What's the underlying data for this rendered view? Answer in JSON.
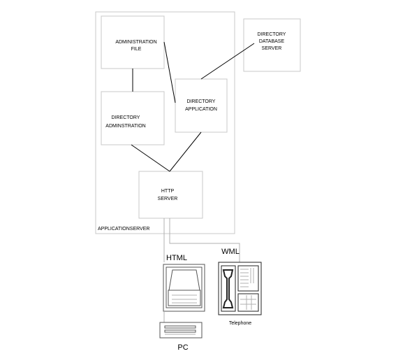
{
  "nodes": {
    "app_server": "APPLICATIONSERVER",
    "admin_file": [
      "ADMINISTRATION",
      "FILE"
    ],
    "dir_admin": [
      "DIRECTORY",
      "ADMINSTRATION"
    ],
    "dir_app": [
      "DIRECTORY",
      "APPLICATION"
    ],
    "dir_db": [
      "DIRECTORY",
      "DATABASE",
      "SERVER"
    ],
    "http_server": [
      "HTTP",
      "SERVER"
    ]
  },
  "clients": {
    "html_label": "HTML",
    "wml_label": "WML",
    "pc_label": "PC",
    "telephone_label": "Telephone"
  },
  "edges": [
    {
      "from": "ADMINISTRATION FILE",
      "to": "DIRECTORY ADMINSTRATION"
    },
    {
      "from": "ADMINISTRATION FILE",
      "to": "DIRECTORY APPLICATION"
    },
    {
      "from": "DIRECTORY DATABASE SERVER",
      "to": "DIRECTORY APPLICATION"
    },
    {
      "from": "DIRECTORY ADMINSTRATION",
      "to": "HTTP SERVER"
    },
    {
      "from": "DIRECTORY APPLICATION",
      "to": "HTTP SERVER"
    },
    {
      "from": "HTTP SERVER",
      "to": "PC"
    },
    {
      "from": "HTTP SERVER",
      "to": "Telephone"
    }
  ]
}
